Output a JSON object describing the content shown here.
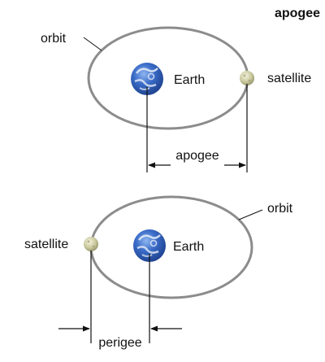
{
  "title": "apogee",
  "apogee_panel": {
    "orbit_label": "orbit",
    "earth_label": "Earth",
    "satellite_label": "satellite",
    "distance_label": "apogee"
  },
  "perigee_panel": {
    "orbit_label": "orbit",
    "earth_label": "Earth",
    "satellite_label": "satellite",
    "distance_label": "perigee"
  },
  "colors": {
    "orbit": "#8c8c8c",
    "line": "#111111",
    "earth_ocean": "#2f5fb8",
    "earth_cloud": "#e8eef8",
    "satellite": "#c9c89a"
  }
}
